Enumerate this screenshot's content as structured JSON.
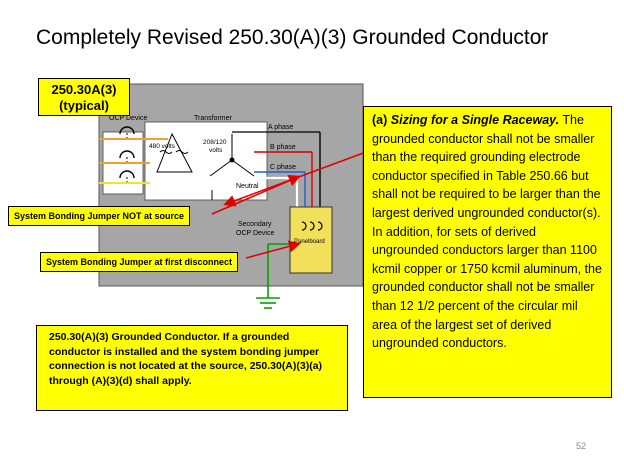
{
  "title": "Completely Revised 250.30(A)(3) Grounded Conductor",
  "typical_label": {
    "line1": "250.30A(3)",
    "line2": "(typical)"
  },
  "primary_ocp_label": {
    "line1": "ry",
    "line2": "OCP Device"
  },
  "transformer_label": "Transformer",
  "primary_volts": "480 volts",
  "secondary_volts": {
    "line1": "208/120",
    "line2": "volts"
  },
  "phases": {
    "a": "A phase",
    "b": "B phase",
    "c": "C phase"
  },
  "neutral_label": "Neutral",
  "secondary_ocp_label": {
    "line1": "Secondary",
    "line2": "OCP Device"
  },
  "panelboard_label": "Panelboard",
  "jumper_not_at_source": "System Bonding Jumper NOT at source",
  "jumper_at_disconnect": "System Bonding Jumper at first disconnect",
  "sizing": {
    "letter": "(a)",
    "lead": "Sizing for a Single Raceway.",
    "body": " The grounded conductor shall not be smaller than the required grounding electrode conductor specified in Table 250.66 but shall not be required to be larger than the largest derived ungrounded conductor(s). In addition, for sets of derived ungrounded conductors larger than 1100 kcmil copper or 1750 kcmil aluminum, the grounded conductor shall not be smaller than 12 1/2 percent of the circular mil area of the largest set of derived ungrounded conductors."
  },
  "grounded_conductor_text": "250.30(A)(3) Grounded Conductor.  If a grounded conductor is installed and the system bonding jumper connection is not located at the source, 250.30(A)(3)(a) through (A)(3)(d) shall apply.",
  "page_number": "52",
  "colors": {
    "panel_gray": "#a6a6a6",
    "callout_yellow": "#ffff00",
    "arrow_red": "#e00000",
    "ground_green": "#00a000",
    "phase_red": "#d40000",
    "phase_blue": "#1f5fd6",
    "neutral_white": "#ffffff"
  }
}
